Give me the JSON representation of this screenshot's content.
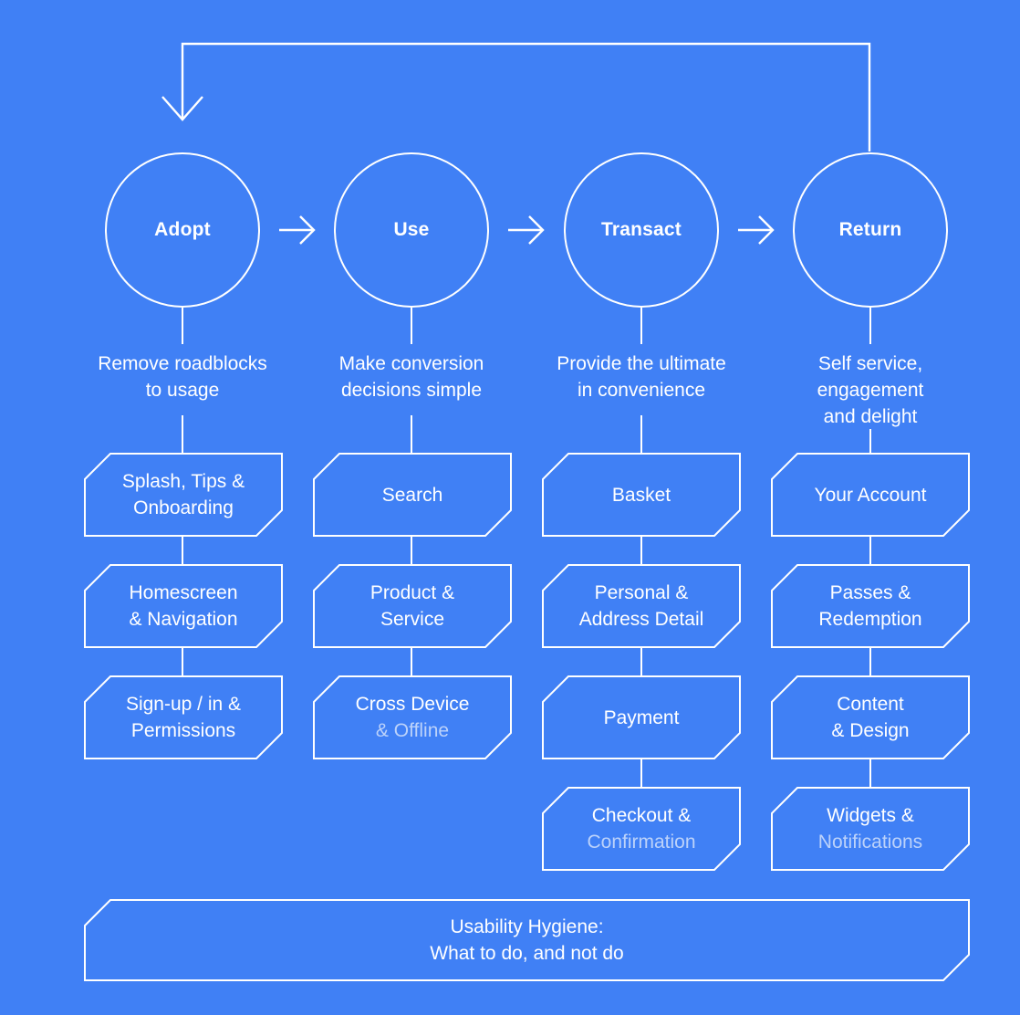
{
  "meta": {
    "title": "Mobile experience lifecycle framework",
    "background_color": "#4080F5",
    "line_color": "#FFFFFF",
    "text_color": "#FFFFFF",
    "muted_text_color": "#BCD2FA"
  },
  "loop": {
    "label": "return-loop-arrow",
    "description": "Feedback loop from Return stage back to Adopt stage"
  },
  "stages": [
    {
      "id": "adopt",
      "title": "Adopt",
      "caption": "Remove roadblocks\nto usage",
      "items": [
        {
          "line1": "Splash, Tips &",
          "line2": "Onboarding",
          "line2_muted": false
        },
        {
          "line1": "Homescreen",
          "line2": "& Navigation",
          "line2_muted": false
        },
        {
          "line1": "Sign-up / in &",
          "line2": "Permissions",
          "line2_muted": false
        }
      ]
    },
    {
      "id": "use",
      "title": "Use",
      "caption": "Make conversion\ndecisions simple",
      "items": [
        {
          "line1": "Search",
          "line2": "",
          "line2_muted": false
        },
        {
          "line1": "Product &",
          "line2": "Service",
          "line2_muted": false
        },
        {
          "line1": "Cross Device",
          "line2": "& Offline",
          "line2_muted": true
        }
      ]
    },
    {
      "id": "transact",
      "title": "Transact",
      "caption": "Provide the ultimate\nin convenience",
      "items": [
        {
          "line1": "Basket",
          "line2": "",
          "line2_muted": false
        },
        {
          "line1": "Personal &",
          "line2": "Address Detail",
          "line2_muted": false
        },
        {
          "line1": "Payment",
          "line2": "",
          "line2_muted": false
        },
        {
          "line1": "Checkout &",
          "line2": "Confirmation",
          "line2_muted": true
        }
      ]
    },
    {
      "id": "return",
      "title": "Return",
      "caption": "Self service,\nengagement\nand delight",
      "items": [
        {
          "line1": "Your Account",
          "line2": "",
          "line2_muted": false
        },
        {
          "line1": "Passes &",
          "line2": "Redemption",
          "line2_muted": false
        },
        {
          "line1": "Content",
          "line2": "& Design",
          "line2_muted": false
        },
        {
          "line1": "Widgets &",
          "line2": "Notifications",
          "line2_muted": true
        }
      ]
    }
  ],
  "stage_arrows": [
    {
      "name": "arrow-adopt-to-use",
      "glyph": "→"
    },
    {
      "name": "arrow-use-to-transact",
      "glyph": "→"
    },
    {
      "name": "arrow-transact-to-return",
      "glyph": "→"
    }
  ],
  "footer": {
    "line1": "Usability Hygiene:",
    "line2": "What to do, and not do"
  }
}
